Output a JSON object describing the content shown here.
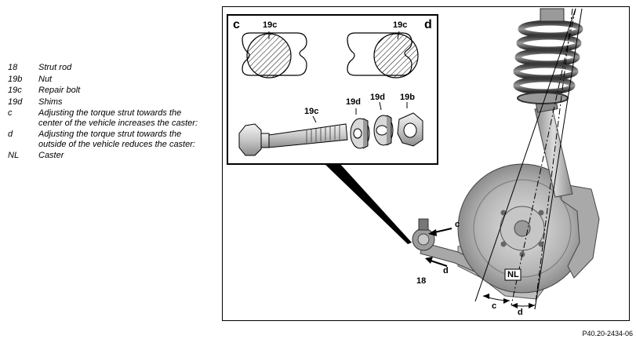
{
  "legend": [
    {
      "key": "18",
      "text": "Strut rod"
    },
    {
      "key": "19b",
      "text": "Nut"
    },
    {
      "key": "19c",
      "text": "Repair bolt"
    },
    {
      "key": "19d",
      "text": "Shims"
    },
    {
      "key": "c",
      "text": "Adjusting the torque strut towards the center of the vehicle increases the caster:"
    },
    {
      "key": "d",
      "text": "Adjusting the torque strut towards the outside of the vehicle reduces the caster:"
    },
    {
      "key": "NL",
      "text": "Caster"
    }
  ],
  "inset_labels": {
    "c": "c",
    "d": "d",
    "slot_left": "19c",
    "slot_right": "19c",
    "bolt": "19c",
    "shim_1": "19d",
    "shim_2": "19d",
    "nut": "19b"
  },
  "figure_labels": {
    "strut_rod": "18",
    "arrow_c": "c",
    "arrow_d": "d",
    "caster_box": "NL",
    "angle_c": "c",
    "angle_d": "d"
  },
  "figure_code": "P40.20-2434-06"
}
